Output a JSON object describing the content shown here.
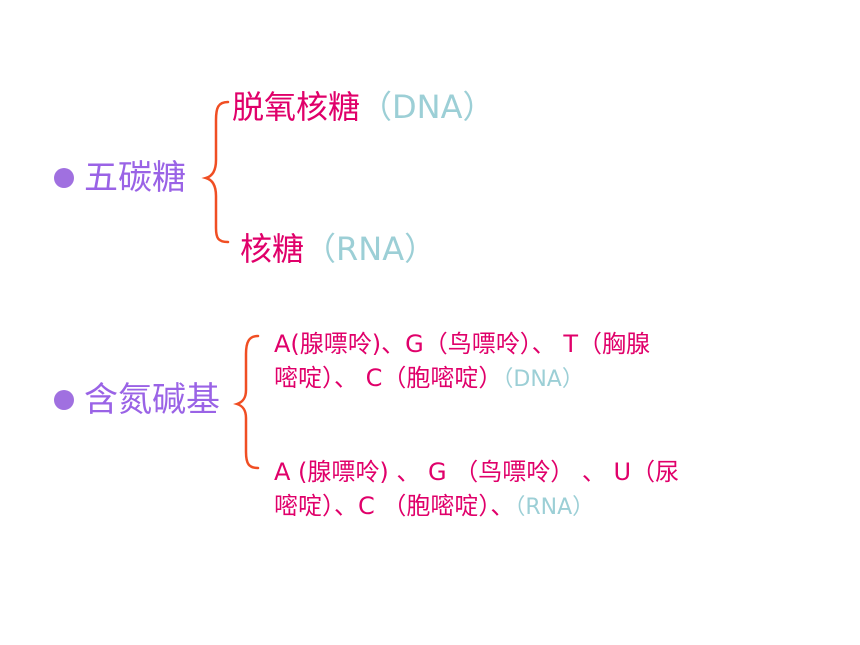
{
  "pentose": {
    "label": "五碳糖",
    "deoxyribose": {
      "name": "脱氧核糖",
      "tag": "（DNA）"
    },
    "ribose": {
      "name": "核糖",
      "tag": "（RNA）"
    }
  },
  "bases": {
    "label": "含氮碱基",
    "dna": {
      "line1": "A(腺嘌呤)、G（鸟嘌呤）、 T（胸腺",
      "line2": "嘧啶）、 C（胞嘧啶）",
      "tag": "（DNA）"
    },
    "rna": {
      "line1": "A (腺嘌呤) 、 G （鸟嘌呤） 、 U（尿",
      "line2": "嘧啶）、C （胞嘧啶）、",
      "tag": "（RNA）"
    }
  },
  "colors": {
    "bullet": "#a070e0",
    "label": "#9a63e6",
    "content": "#e0006a",
    "tag": "#9ccfd6",
    "brace": "#f04e23"
  }
}
